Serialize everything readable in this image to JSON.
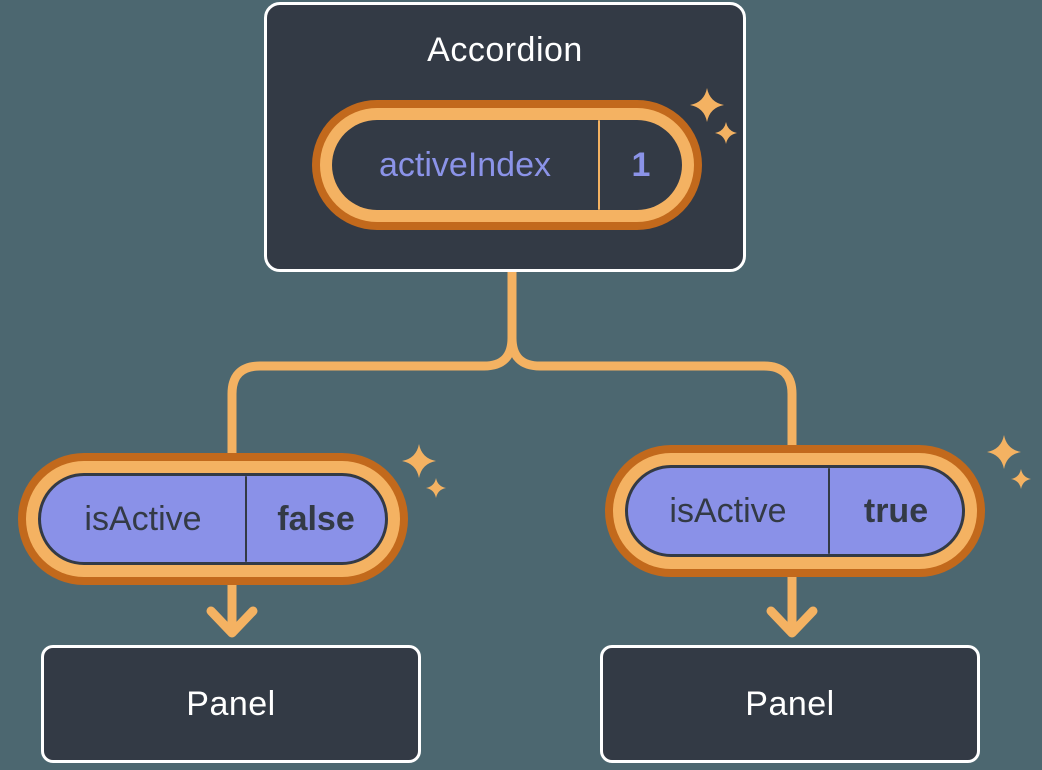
{
  "accordion": {
    "title": "Accordion",
    "pill": {
      "label": "activeIndex",
      "value": "1"
    }
  },
  "left": {
    "pill": {
      "label": "isActive",
      "value": "false"
    },
    "panel": {
      "title": "Panel"
    }
  },
  "right": {
    "pill": {
      "label": "isActive",
      "value": "true"
    },
    "panel": {
      "title": "Panel"
    }
  },
  "colors": {
    "background": "#4C6770",
    "card_fill": "#333A45",
    "card_border": "#FFFFFF",
    "purple_fill": "#8A91E8",
    "purple_text": "#8B93E8",
    "orange_light": "#F4B262",
    "orange_dark": "#C2691C",
    "dark_text": "#333A45"
  }
}
